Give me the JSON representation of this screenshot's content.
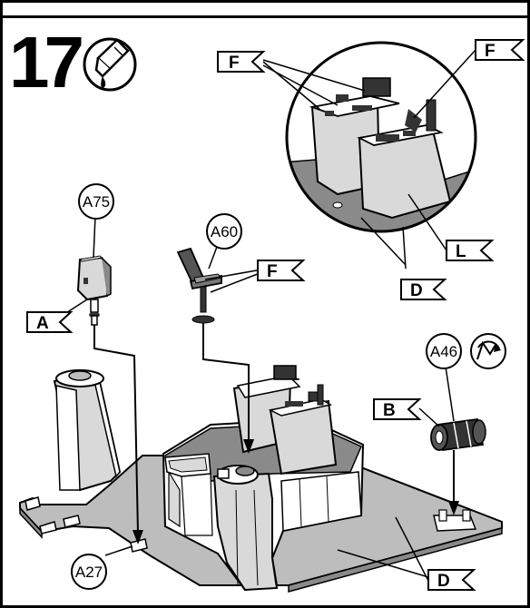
{
  "step": {
    "number": "17",
    "icon": "glue-tube-icon"
  },
  "callouts": {
    "a75": "A75",
    "a60": "A60",
    "a46": "A46",
    "a27": "A27"
  },
  "flags": {
    "a": "A",
    "b": "B",
    "d": "D",
    "f": "F",
    "l": "L"
  },
  "icons": {
    "rotate": "rotate-icon"
  },
  "colors": {
    "line": "#000000",
    "gray_dark": "#8a8a8a",
    "gray_mid": "#bdbdbd",
    "gray_light": "#d9d9d9",
    "white": "#ffffff"
  }
}
